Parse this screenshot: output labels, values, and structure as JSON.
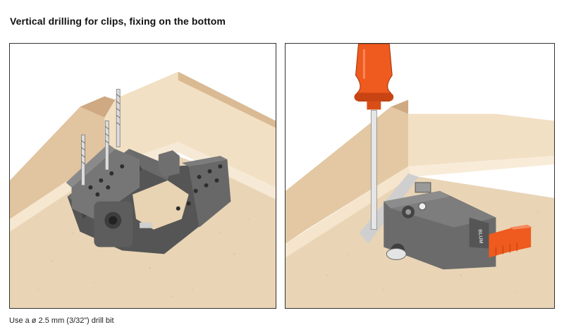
{
  "page": {
    "title": "Vertical drilling for clips, fixing on the bottom",
    "caption": "Use a ø 2.5 mm (3/32”) drill bit"
  },
  "brand": {
    "label_text": "BLUM"
  },
  "colors": {
    "wood_board": "#e9d3b4",
    "wood_edge": "#c8a57e",
    "wood_panel": "#f3e2c8",
    "jig_dark": "#5a5a5a",
    "jig_mid": "#757575",
    "clip_grey": "#8a8a8a",
    "handle_orange": "#ef5a1f",
    "lever_orange": "#ef5a1f"
  },
  "icons": {
    "left_panel": [
      "drilling-jig-illustration",
      "drill-bit-icon"
    ],
    "right_panel": [
      "screwdriver-illustration",
      "drawer-clip-illustration"
    ]
  }
}
